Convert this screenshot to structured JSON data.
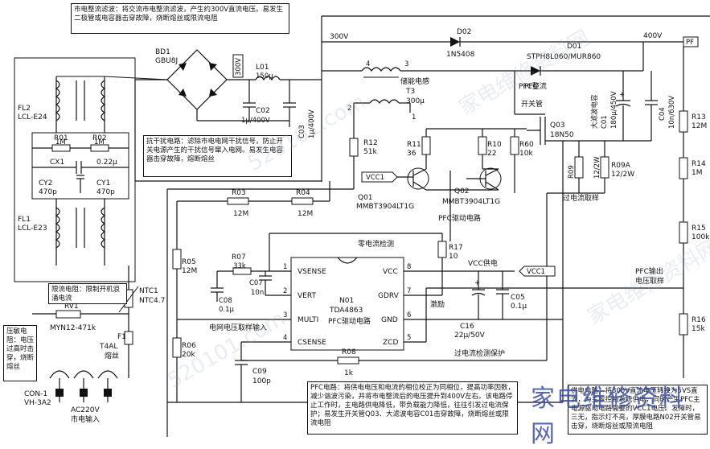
{
  "notes": {
    "rectifier": "市电整流滤波：将交流市电整流滤波，产生约300V直流电压。易发生二极管或电容器击穿故障，烧断熔丝或限流电阻",
    "emi": "抗干扰电路：滤除市电电网干扰信号，防止开关电源产生的干扰信号窜入电网。易发生电容器击穿故障，熔断熔丝",
    "inrush": "限流电阻：限制开机浪涌电流",
    "varistor": "压敏电阻：电压过高时击穿，烧断熔丝",
    "pfc": "PFC电路：将供电电压和电流的相位校正为同相位，提高功率因数，减少谐波污染，并将市电整流后的电压提升到400V左右。该电路停止工作时，主电路供电降低，带负载能力降低，往往引发过电流保护；易发生开关管Q03、大滤波电容C01击穿故障，烧断熔丝或限流电阻",
    "summary": "供电电路：将300V直流电压转换为5VS直流，为主板控制系统供电，同时产生PFC主电源驱动电路需要的VCC1电压。发障时，三无，指示灯不亮，厚膜电路N02开关管易击穿，烧断熔丝或限流电阻"
  },
  "labels": {
    "bd1": "BD1",
    "bd1_part": "GBU8J",
    "v300_box": "300V",
    "l01": "L01",
    "l01_val": "150μ",
    "v300": "300V",
    "d02": "D02",
    "d02_part": "1N5408",
    "d01": "D01",
    "d01_part": "STPH8L060/MUR860",
    "v400": "400V",
    "pf": "PF",
    "pfc_rect": "PFC整流",
    "c02": "C02",
    "c02_val": "1μ/400V",
    "c03": "C03",
    "c03_val": "1μ/400V",
    "t3_name": "储能电感",
    "t3": "T3",
    "t3_val": "300μ",
    "pin4": "4",
    "pin3": "3",
    "pin2": "2",
    "pin1": "1",
    "pfc_sw": "PFC",
    "pfc_sw2": "开关管",
    "q03": "Q03",
    "q03_part": "18N50",
    "c01_name": "大滤波电容",
    "c01": "C01",
    "c01_val": "180μ/450V",
    "c04": "C04",
    "c04_val": "10n/630V",
    "r13": "R13",
    "r13_val": "12M",
    "r14": "R14",
    "r14_val": "1M",
    "r15": "R15",
    "r15_val": "100k",
    "r16": "R16",
    "r16_val": "15k",
    "fl2": "FL2",
    "fl2_part": "LCL-E24",
    "r01": "R01",
    "r01_val": "1M",
    "r02": "R02",
    "r02_val": "1M",
    "cx1": "CX1",
    "cx1_val": "0.22μ",
    "cy2": "CY2",
    "cy2_val": "470p",
    "cy1": "CY1",
    "cy1_val": "470p",
    "fl1": "FL1",
    "fl1_part": "LCL-E23",
    "ntc1": "NTC1",
    "ntc1_part": "NTC4.7",
    "rv1": "RV1",
    "rv1_part": "MYN12-471k",
    "f1": "F1",
    "f1_val": "T4AL",
    "f1_name": "熔丝",
    "con1": "CON-1",
    "con1_part": "VH-3A2",
    "ac_in": "AC220V",
    "ac_in2": "市电输入",
    "r12": "R12",
    "r12_val": "51k",
    "r11": "R11",
    "r11_val": "36",
    "r10": "R10",
    "r10_val": "22",
    "r60": "R60",
    "r60_val": "10k",
    "r09": "R09",
    "r09_val": "12/2W",
    "r09a": "R09A",
    "r09a_val": "12/2W",
    "vcc1": "VCC1",
    "q01": "Q01",
    "q01_part": "MMBT3904LT1G",
    "q02": "Q02",
    "q02_part": "MMBT3904LT1G",
    "pfc_drive": "PFC驱动电路",
    "oc_sample": "过电流取样",
    "r03": "R03",
    "r03_val": "12M",
    "r04": "R04",
    "r04_val": "12M",
    "zero_det": "零电流检测",
    "r17": "R17",
    "r17_val": "10",
    "r05": "R05",
    "r05_val": "12M",
    "r07": "R07",
    "r07_val": "33k",
    "c07": "C07",
    "c07_val": "10n",
    "c08": "C08",
    "c08_val": "0.1μ",
    "ic_vsense": "VSENSE",
    "ic_vert": "VERT",
    "ic_multi": "MULTI",
    "ic_csense": "CSENSE",
    "ic_vcc": "VCC",
    "ic_gdrv": "GDRV",
    "ic_gnd": "GND",
    "ic_zcd": "ZCD",
    "n01": "N01",
    "n01_part": "TDA4863",
    "n01_name": "PFC驱动电路",
    "p1": "1",
    "p2": "2",
    "p3": "3",
    "p4": "4",
    "p5": "5",
    "p6": "6",
    "p7": "7",
    "p8": "8",
    "vcc_supply": "VCC供电",
    "excite": "激励",
    "c16": "C16",
    "c16_val": "22μ/50V",
    "c05": "C05",
    "c05_val": "0.1μ",
    "pfc_out": "PFC输出",
    "pfc_out2": "电压取样",
    "grid_sample": "电网电压取样输入",
    "r06": "R06",
    "r06_val": "20k",
    "oc_protect": "过电流检测保护",
    "r08": "R08",
    "r08_val": "1k",
    "c09": "C09",
    "c09_val": "100p"
  },
  "watermarks": [
    "520101.com",
    "家电维修资料网",
    "520101.com",
    "家电维修资料网"
  ],
  "brand": "家电维修资料网"
}
